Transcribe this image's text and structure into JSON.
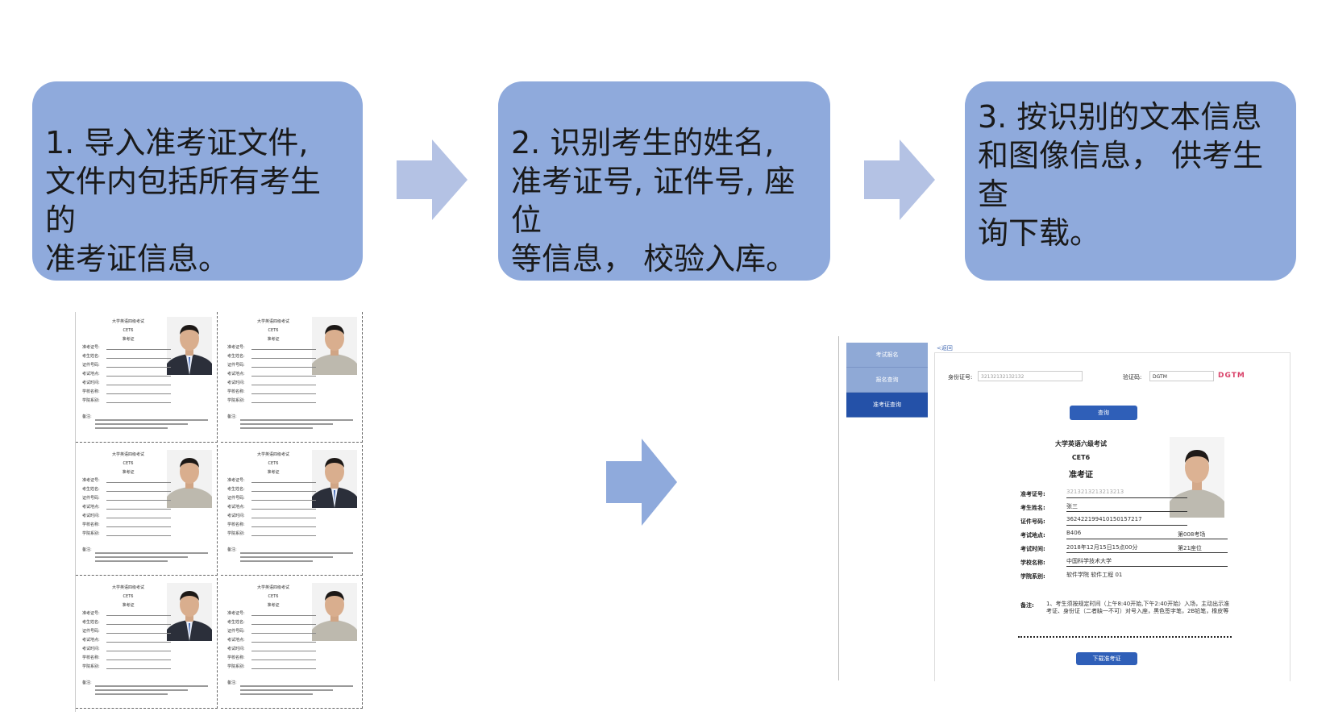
{
  "steps": [
    {
      "text": "1. 导入准考证文件,\n文件内包括所有考生的\n准考证信息。"
    },
    {
      "text": "2. 识别考生的姓名,\n准考证号, 证件号, 座位\n等信息， 校验入库。"
    },
    {
      "text": "3. 按识别的文本信息\n和图像信息， 供考生查\n询下载。"
    }
  ],
  "colors": {
    "step_box": "#8faadc",
    "arrow_small": "#b4c2e4",
    "arrow_large": "#8faadc",
    "nav_active": "#2451a8",
    "button": "#2f5fb8"
  },
  "web": {
    "nav": [
      {
        "label": "考试报名",
        "active": false
      },
      {
        "label": "报名查询",
        "active": false
      },
      {
        "label": "准考证查询",
        "active": true
      }
    ],
    "back": "<返回",
    "id_label": "身份证号:",
    "id_placeholder": "32132132132132",
    "code_label": "验证码:",
    "code_value": "DGTM",
    "captcha": "DGTM",
    "query_button": "查询",
    "ticket": {
      "title1": "大学英语六级考试",
      "title2": "CET6",
      "title3": "准考证",
      "fields": [
        {
          "label": "准考证号:",
          "value": "3213213213213213",
          "extra": ""
        },
        {
          "label": "考生姓名:",
          "value": "张三",
          "extra": ""
        },
        {
          "label": "证件号码:",
          "value": "362422199410150157217",
          "extra": ""
        },
        {
          "label": "考试地点:",
          "value": "B406",
          "extra": "第008考场"
        },
        {
          "label": "考试时间:",
          "value": "2018年12月15日15点00分",
          "extra": "第21座位"
        },
        {
          "label": "学校名称:",
          "value": "中国科学技术大学",
          "extra": ""
        },
        {
          "label": "学院系别:",
          "value": "软件学院  软件工程  01",
          "extra": ""
        }
      ],
      "note_label": "备注:",
      "note_text": "1、考生须按规定时间（上午8:40开始,下午2:40开始）入场，主动出示准考证、身份证（二者缺一不可）对号入座，黑色签字笔，2B铅笔，橡皮等"
    },
    "download_button": "下载准考证"
  },
  "sheet": {
    "header1": "大学英语四级考试",
    "header2": "CET6",
    "header3": "准考证",
    "labels": [
      "准考证号:",
      "考生姓名:",
      "证件号码:",
      "考试地点:",
      "考试时间:",
      "学校名称:",
      "学院系别:"
    ],
    "note_label": "备注:"
  }
}
